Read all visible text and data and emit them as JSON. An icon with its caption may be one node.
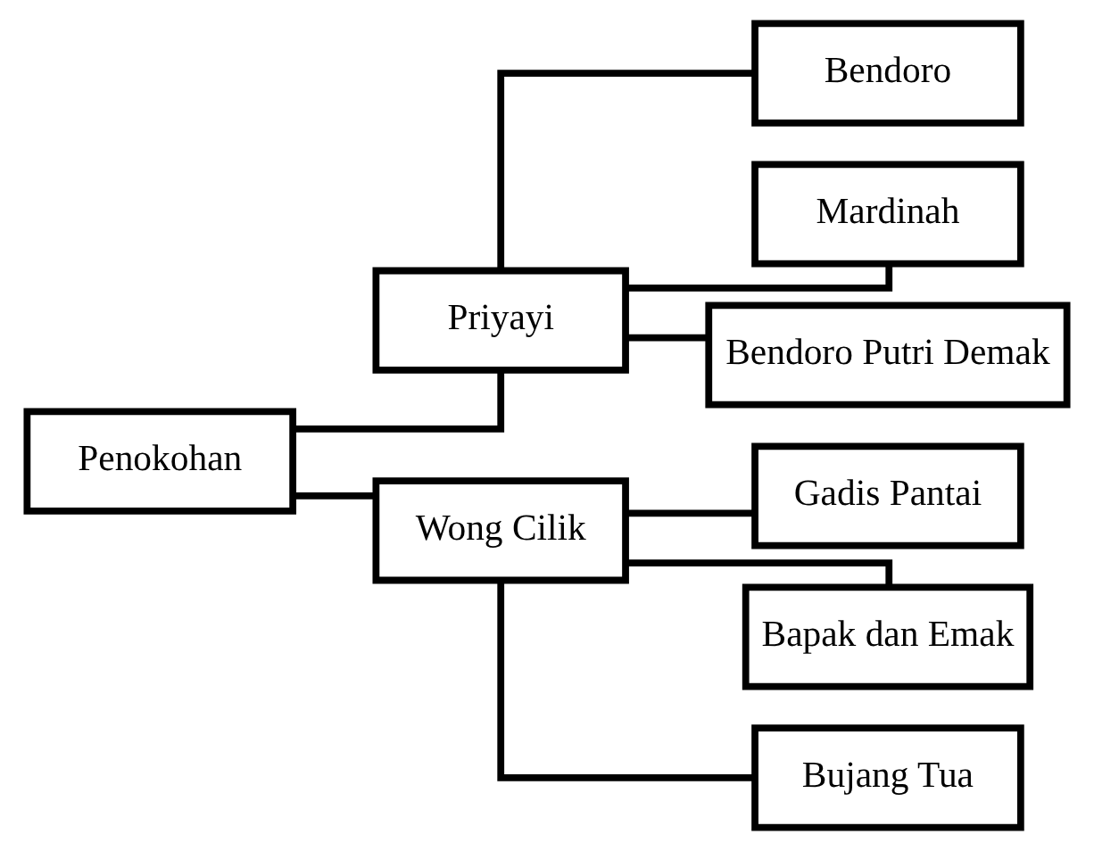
{
  "diagram": {
    "nodes": [
      {
        "text": [
          "Penokohan"
        ]
      },
      {
        "text": [
          "Priyayi"
        ]
      },
      {
        "text": [
          "Wong Cilik"
        ]
      },
      {
        "text": [
          "Bendoro"
        ]
      },
      {
        "text": [
          "Mardinah"
        ]
      },
      {
        "text": [
          "Bendoro Putri Demak"
        ]
      },
      {
        "text": [
          "Gadis Pantai"
        ]
      },
      {
        "text": [
          "Bapak dan Emak"
        ]
      },
      {
        "text": [
          "Bujang Tua"
        ]
      }
    ],
    "edges": [
      {
        "from": 0,
        "to": 1,
        "arrow": "none"
      },
      {
        "from": 0,
        "to": 2,
        "arrow": "none"
      },
      {
        "from": 1,
        "to": 3,
        "arrow": "none"
      },
      {
        "from": 1,
        "to": 4,
        "arrow": "none"
      },
      {
        "from": 1,
        "to": 5,
        "arrow": "none"
      },
      {
        "from": 2,
        "to": 6,
        "arrow": "none"
      },
      {
        "from": 2,
        "to": 7,
        "arrow": "none"
      },
      {
        "from": 2,
        "to": 8,
        "arrow": "none"
      }
    ]
  }
}
